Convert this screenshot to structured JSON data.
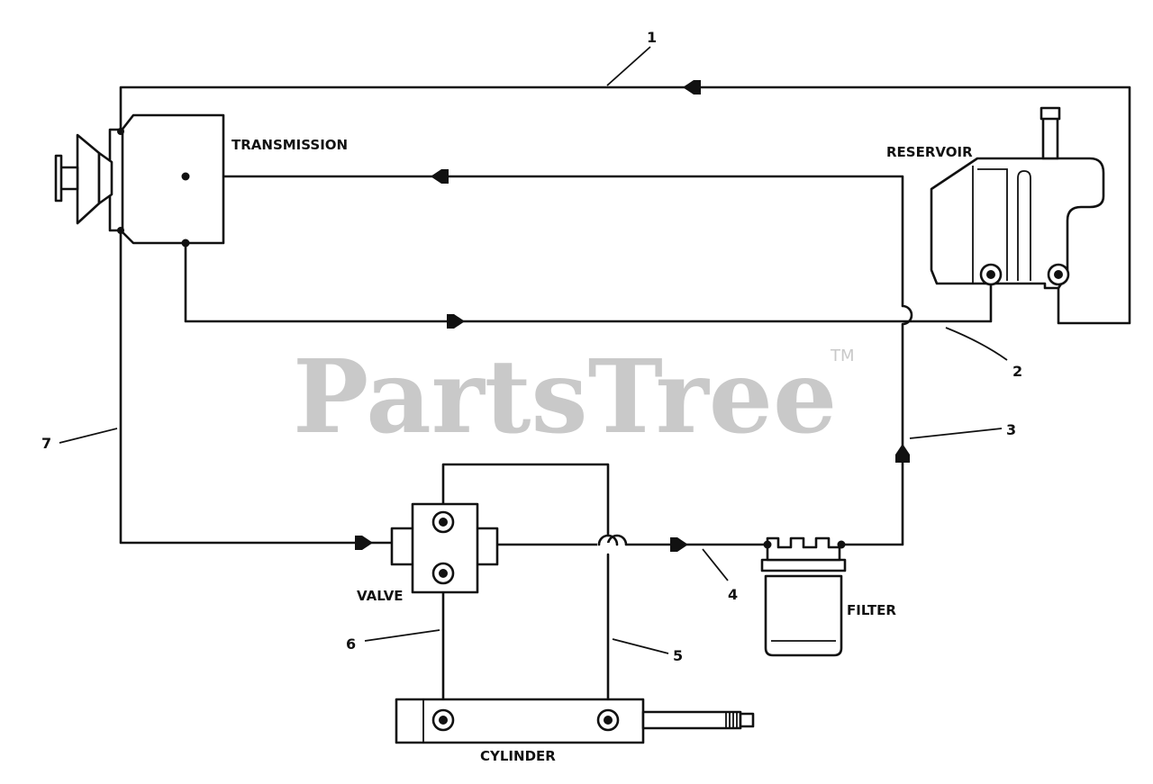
{
  "watermark": {
    "text": "PartsTree",
    "tm": "TM"
  },
  "components": {
    "transmission": "TRANSMISSION",
    "reservoir": "RESERVOIR",
    "valve": "VALVE",
    "filter": "FILTER",
    "cylinder": "CYLINDER"
  },
  "callouts": {
    "c1": "1",
    "c2": "2",
    "c3": "3",
    "c4": "4",
    "c5": "5",
    "c6": "6",
    "c7": "7"
  }
}
